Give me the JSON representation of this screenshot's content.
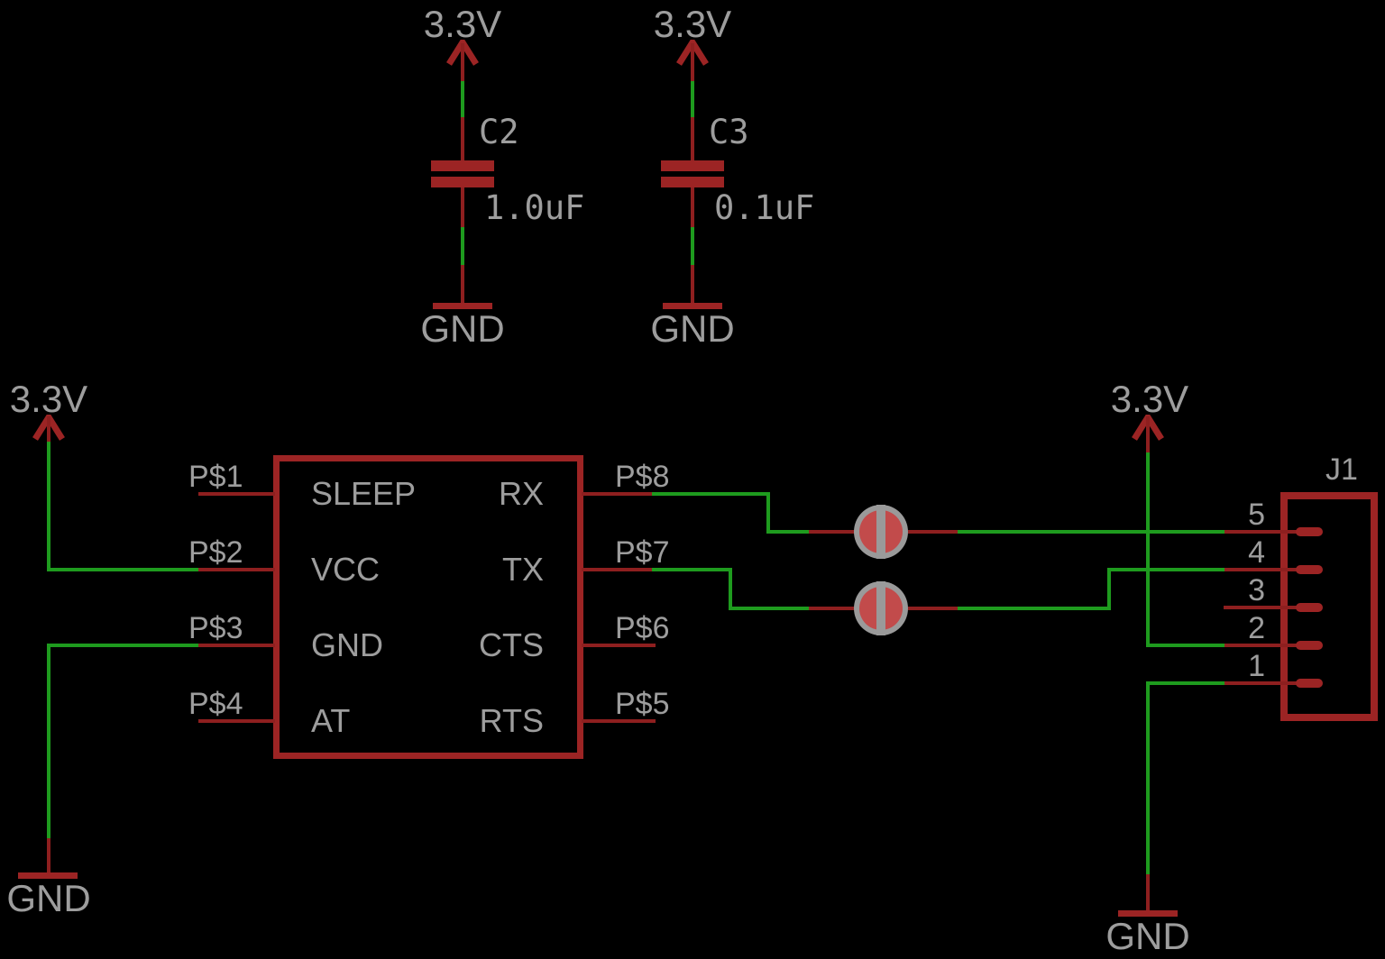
{
  "schematic": {
    "nets": {
      "v33": "3.3V",
      "gnd": "GND"
    },
    "capacitors": [
      {
        "ref": "C2",
        "value": "1.0uF"
      },
      {
        "ref": "C3",
        "value": "0.1uF"
      }
    ],
    "ic": {
      "left_pins": [
        {
          "pin": "P$1",
          "label": "SLEEP"
        },
        {
          "pin": "P$2",
          "label": "VCC"
        },
        {
          "pin": "P$3",
          "label": "GND"
        },
        {
          "pin": "P$4",
          "label": "AT"
        }
      ],
      "right_pins": [
        {
          "pin": "P$8",
          "label": "RX"
        },
        {
          "pin": "P$7",
          "label": "TX"
        },
        {
          "pin": "P$6",
          "label": "CTS"
        },
        {
          "pin": "P$5",
          "label": "RTS"
        }
      ]
    },
    "connector": {
      "ref": "J1",
      "pins": [
        "5",
        "4",
        "3",
        "2",
        "1"
      ]
    },
    "colors": {
      "background": "#000000",
      "symbol_red": "#9c2424",
      "wire_red": "#8e1f1f",
      "net_green": "#1e9b1e",
      "text_gray": "#9d9d9d",
      "jumper_gray": "#9a9a9a",
      "jumper_red": "#c24b4b"
    }
  }
}
